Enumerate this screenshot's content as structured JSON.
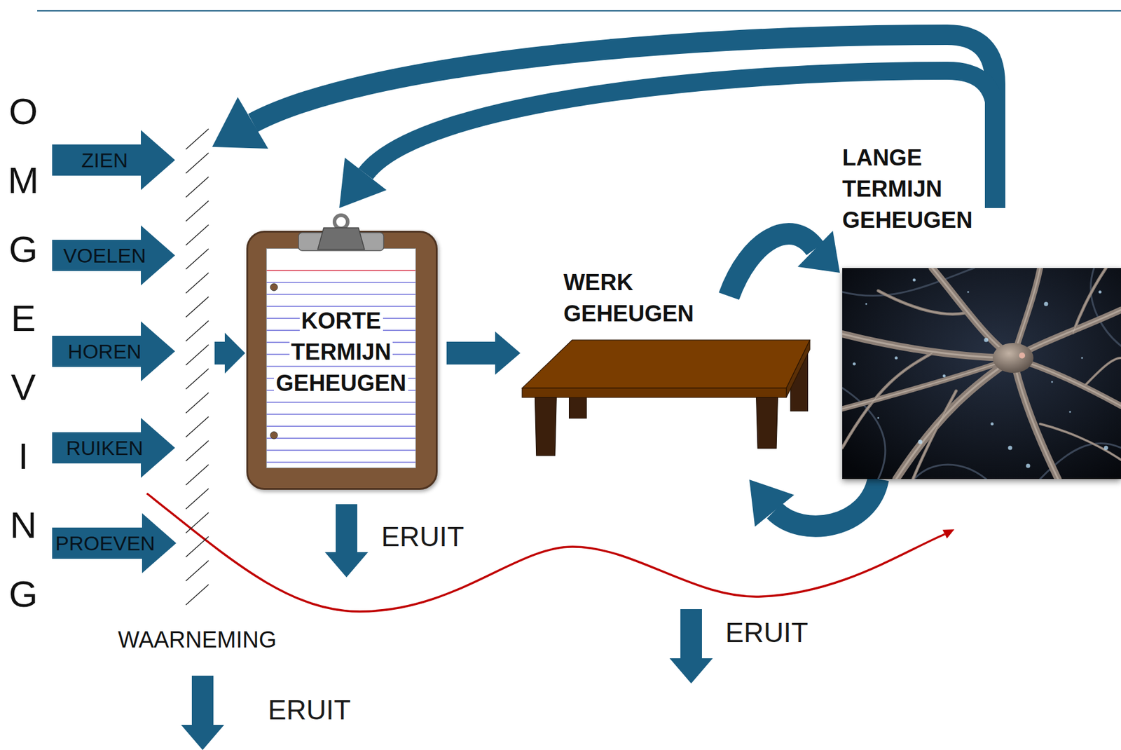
{
  "diagram": {
    "nodes": [
      {
        "text": [
          "ZIEN"
        ]
      },
      {
        "text": [
          "VOELEN"
        ]
      },
      {
        "text": [
          "HOREN"
        ]
      },
      {
        "text": [
          "RUIKEN"
        ]
      },
      {
        "text": [
          "PROEVEN"
        ]
      },
      {
        "text": [
          "WAARNEMING"
        ]
      },
      {
        "text": [
          "KORTE TERMIJN GEHEUGEN"
        ]
      },
      {
        "text": [
          "WERK GEHEUGEN"
        ]
      },
      {
        "text": [
          "LANGE TERMIJN GEHEUGEN"
        ]
      }
    ],
    "edges": [
      {
        "from": 5,
        "to": 6,
        "arrow": "to"
      },
      {
        "from": 6,
        "to": 7,
        "arrow": "to"
      },
      {
        "from": 7,
        "to": 8,
        "arrow": "to"
      },
      {
        "from": 8,
        "to": 7,
        "arrow": "to"
      },
      {
        "from": 8,
        "to": 5,
        "arrow": "to"
      },
      {
        "from": 8,
        "to": 6,
        "arrow": "to"
      },
      {
        "from": 5,
        "to": 8,
        "arrow": "to"
      }
    ],
    "labels": [
      "OMGEVING",
      "ERUIT",
      "ERUIT",
      "ERUIT"
    ]
  }
}
